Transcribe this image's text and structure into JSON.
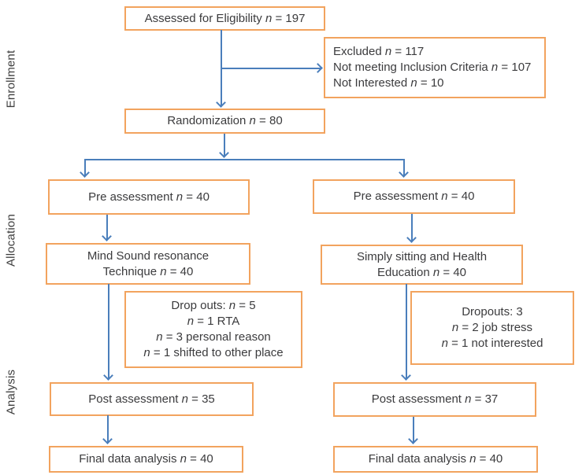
{
  "palette": {
    "box_border": "#f2a35e",
    "arrow": "#4a7ebb",
    "text": "#3b3b3d"
  },
  "side_labels": {
    "enrollment": "Enrollment",
    "allocation": "Allocation",
    "analysis": "Analysis"
  },
  "boxes": {
    "assessed": {
      "text": "Assessed for Eligibility n = 197"
    },
    "excluded": {
      "lines": [
        "Excluded n = 117",
        "Not meeting Inclusion Criteria n = 107",
        "Not Interested n = 10"
      ]
    },
    "randomization": {
      "text": "Randomization n = 80"
    },
    "pre_left": {
      "text": "Pre assessment n = 40"
    },
    "pre_right": {
      "text": "Pre assessment n = 40"
    },
    "mst": {
      "lines": [
        "Mind Sound resonance",
        "Technique n = 40"
      ]
    },
    "ssh": {
      "lines": [
        "Simply sitting and Health",
        "Education n = 40"
      ]
    },
    "dropout_left": {
      "lines": [
        "Drop outs: n = 5",
        "n = 1 RTA",
        "n = 3 personal reason",
        "n = 1 shifted to other place"
      ]
    },
    "dropout_right": {
      "lines": [
        "Dropouts: 3",
        "n = 2 job stress",
        "n = 1 not interested"
      ]
    },
    "post_left": {
      "text": "Post assessment n = 35"
    },
    "post_right": {
      "text": "Post assessment n = 37"
    },
    "final_left": {
      "text": "Final data analysis n = 40"
    },
    "final_right": {
      "text": "Final data analysis n = 40"
    }
  }
}
